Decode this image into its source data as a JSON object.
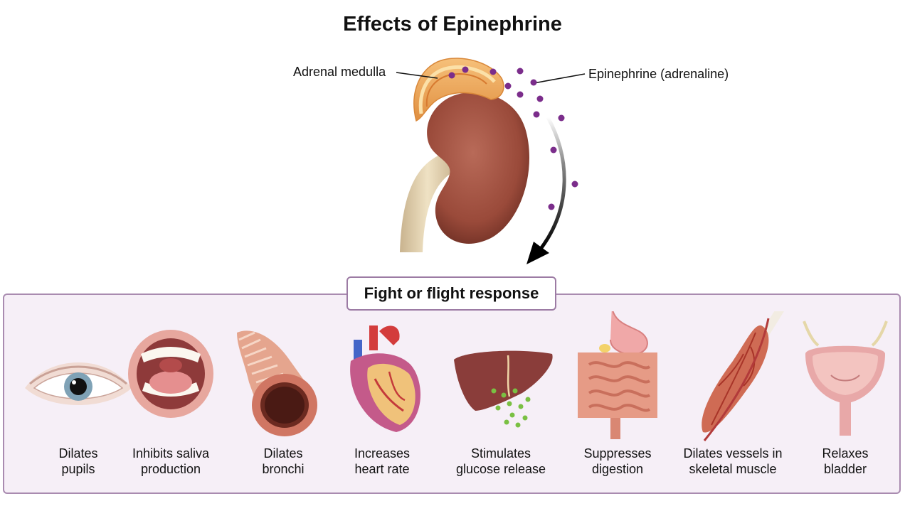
{
  "title": "Effects of Epinephrine",
  "labels": {
    "adrenal_medulla": "Adrenal medulla",
    "epinephrine": "Epinephrine (adrenaline)"
  },
  "response_title": "Fight or flight response",
  "effects": [
    {
      "line1": "Dilates",
      "line2": "pupils",
      "icon": "eye-icon"
    },
    {
      "line1": "Inhibits saliva",
      "line2": "production",
      "icon": "mouth-icon"
    },
    {
      "line1": "Dilates",
      "line2": "bronchi",
      "icon": "bronchus-icon"
    },
    {
      "line1": "Increases",
      "line2": "heart rate",
      "icon": "heart-icon"
    },
    {
      "line1": "Stimulates",
      "line2": "glucose release",
      "icon": "liver-icon"
    },
    {
      "line1": "Suppresses",
      "line2": "digestion",
      "icon": "digestive-tract-icon"
    },
    {
      "line1": "Dilates vessels in",
      "line2": "skeletal muscle",
      "icon": "muscle-icon"
    },
    {
      "line1": "Relaxes",
      "line2": "bladder",
      "icon": "bladder-icon"
    }
  ],
  "colors": {
    "molecule": "#7b2d8b",
    "kidney": "#9a4a3a",
    "adrenal": "#e8a255",
    "panel_bg": "#f6eff7",
    "panel_border": "#a98bb0"
  }
}
